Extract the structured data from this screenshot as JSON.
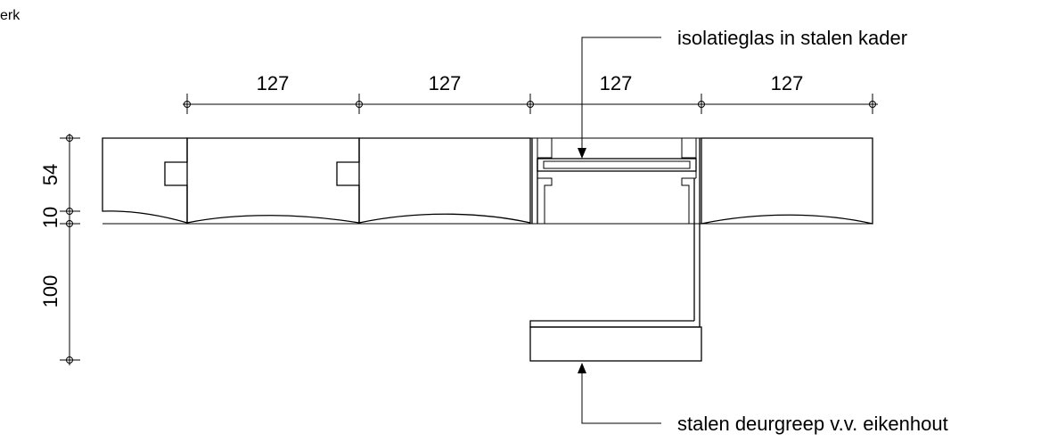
{
  "corner_fragment": "erk",
  "dimensions": {
    "horizontal": [
      "127",
      "127",
      "127",
      "127"
    ],
    "vertical": [
      "54",
      "10",
      "100"
    ]
  },
  "annotations": {
    "glass": "isolatieglas in stalen kader",
    "handle": "stalen deurgreep v.v. eikenhout"
  }
}
